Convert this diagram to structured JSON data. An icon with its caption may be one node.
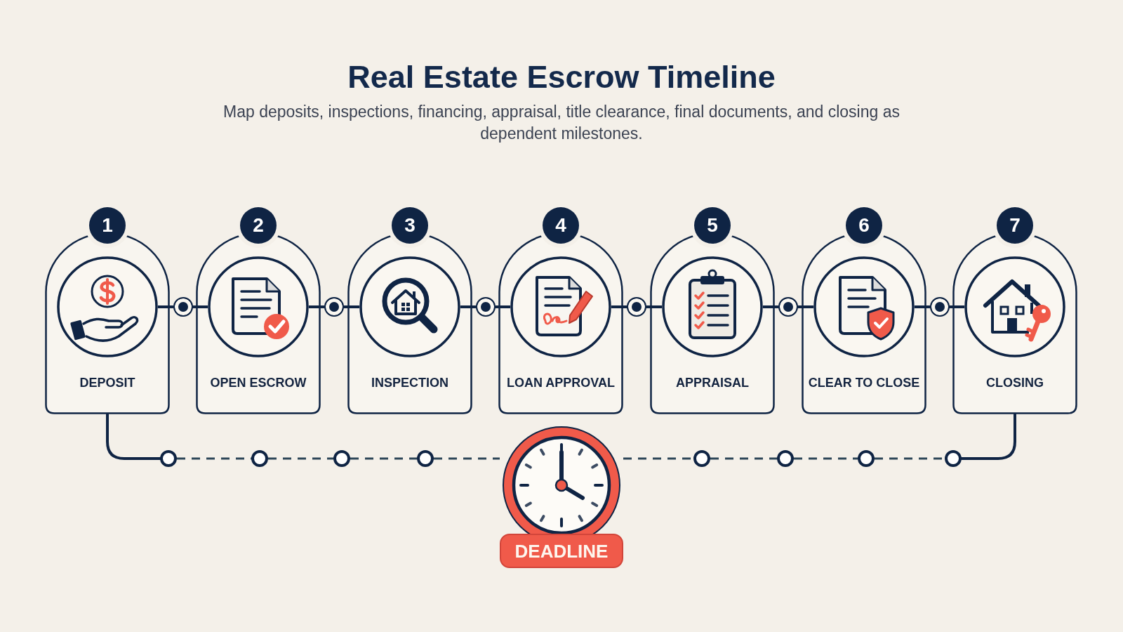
{
  "diagram": {
    "title": "Real Estate Escrow Timeline",
    "labels": [
      "Map deposits, inspections, financing, appraisal, title clearance, final documents, and closing as dependent milestones."
    ],
    "nodes": [
      {
        "text": [
          "1",
          "DEPOSIT"
        ]
      },
      {
        "text": [
          "2",
          "OPEN ESCROW"
        ]
      },
      {
        "text": [
          "3",
          "INSPECTION"
        ]
      },
      {
        "text": [
          "4",
          "LOAN APPROVAL"
        ]
      },
      {
        "text": [
          "5",
          "APPRAISAL"
        ]
      },
      {
        "text": [
          "6",
          "CLEAR TO CLOSE"
        ]
      },
      {
        "text": [
          "7",
          "CLOSING"
        ]
      },
      {
        "text": [],
        "shape": "circle"
      },
      {
        "text": [],
        "shape": "circle"
      },
      {
        "text": [],
        "shape": "circle"
      },
      {
        "text": [],
        "shape": "circle"
      },
      {
        "text": [],
        "shape": "circle"
      },
      {
        "text": [],
        "shape": "circle"
      },
      {
        "text": [],
        "shape": "circle"
      },
      {
        "text": [],
        "shape": "circle"
      },
      {
        "text": [],
        "shape": "circle"
      },
      {
        "text": [],
        "shape": "circle"
      },
      {
        "text": [
          "DEADLINE"
        ]
      },
      {
        "text": [],
        "shape": "circle"
      },
      {
        "text": [],
        "shape": "circle"
      },
      {
        "text": [],
        "shape": "circle"
      },
      {
        "text": [],
        "shape": "circle"
      }
    ],
    "edges": [
      {
        "from": 0,
        "to": 7,
        "arrow": "none"
      },
      {
        "from": 7,
        "to": 1,
        "arrow": "none"
      },
      {
        "from": 1,
        "to": 8,
        "arrow": "none"
      },
      {
        "from": 8,
        "to": 2,
        "arrow": "none"
      },
      {
        "from": 2,
        "to": 9,
        "arrow": "none"
      },
      {
        "from": 9,
        "to": 3,
        "arrow": "none"
      },
      {
        "from": 3,
        "to": 10,
        "arrow": "none"
      },
      {
        "from": 10,
        "to": 4,
        "arrow": "none"
      },
      {
        "from": 4,
        "to": 11,
        "arrow": "none"
      },
      {
        "from": 11,
        "to": 5,
        "arrow": "none"
      },
      {
        "from": 5,
        "to": 12,
        "arrow": "none"
      },
      {
        "from": 12,
        "to": 6,
        "arrow": "none"
      },
      {
        "from": 0,
        "to": 13,
        "arrow": "none"
      },
      {
        "from": 13,
        "to": 14,
        "arrow": "none",
        "style": "dashed",
        "color": "#2e4759"
      },
      {
        "from": 14,
        "to": 15,
        "arrow": "none",
        "style": "dashed",
        "color": "#2e4759"
      },
      {
        "from": 15,
        "to": 16,
        "arrow": "none",
        "style": "dashed",
        "color": "#2e4759"
      },
      {
        "from": 16,
        "to": 17,
        "arrow": "none",
        "style": "dashed",
        "color": "#2e4759"
      },
      {
        "from": 17,
        "to": 18,
        "arrow": "none",
        "style": "dashed",
        "color": "#2e4759"
      },
      {
        "from": 18,
        "to": 19,
        "arrow": "none",
        "style": "dashed",
        "color": "#2e4759"
      },
      {
        "from": 19,
        "to": 20,
        "arrow": "none",
        "style": "dashed",
        "color": "#2e4759"
      },
      {
        "from": 20,
        "to": 21,
        "arrow": "none",
        "style": "dashed",
        "color": "#2e4759"
      },
      {
        "from": 21,
        "to": 6,
        "arrow": "none"
      }
    ]
  }
}
